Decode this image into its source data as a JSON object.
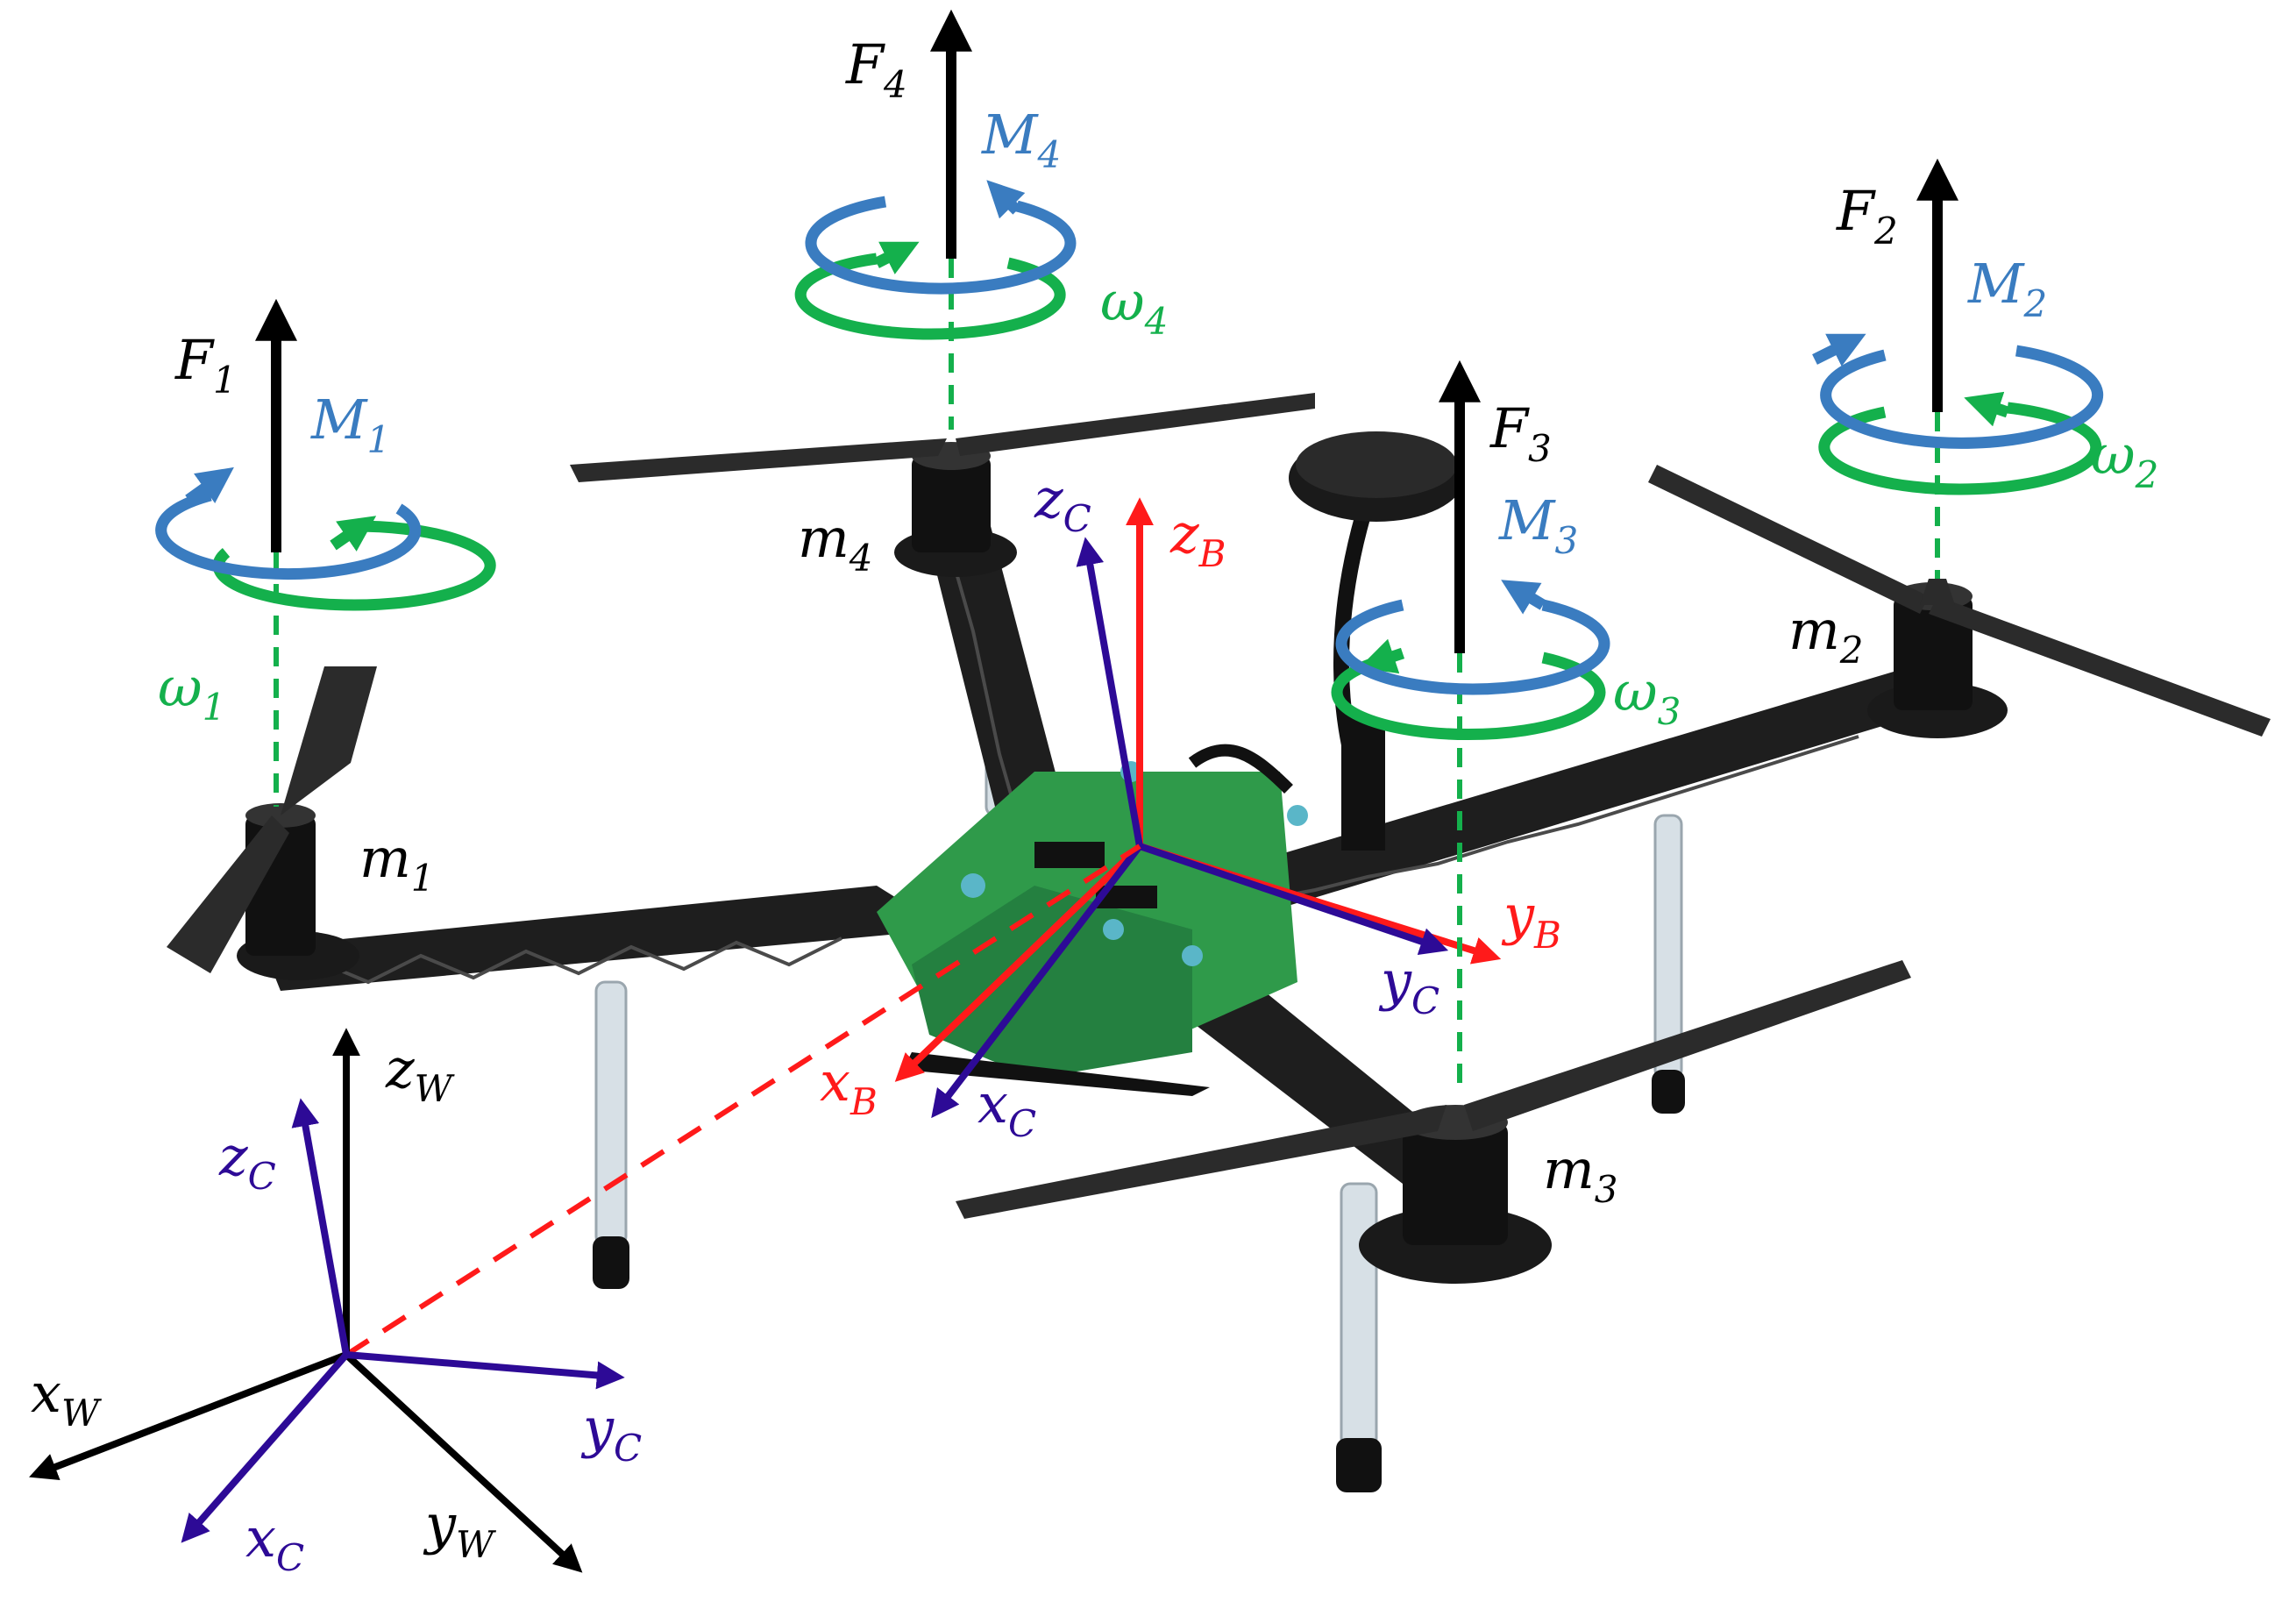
{
  "colors": {
    "force": "#000000",
    "moment": "#3a7cc0",
    "omega": "#14b04c",
    "body_frame": "#ff1a1a",
    "camera_frame": "#2d0a96",
    "world_frame": "#000000",
    "frame_arm": "#1e1e1e",
    "propeller": "#2b2b2b",
    "pcb": "#2f9a4a",
    "landing_gear": "#c8d2d8"
  },
  "rotors": [
    {
      "force_main": "F",
      "force_sub": "1",
      "moment_main": "M",
      "moment_sub": "1",
      "omega_main": "ω",
      "omega_sub": "1",
      "motor_main": "m",
      "motor_sub": "1"
    },
    {
      "force_main": "F",
      "force_sub": "2",
      "moment_main": "M",
      "moment_sub": "2",
      "omega_main": "ω",
      "omega_sub": "2",
      "motor_main": "m",
      "motor_sub": "2"
    },
    {
      "force_main": "F",
      "force_sub": "3",
      "moment_main": "M",
      "moment_sub": "3",
      "omega_main": "ω",
      "omega_sub": "3",
      "motor_main": "m",
      "motor_sub": "3"
    },
    {
      "force_main": "F",
      "force_sub": "4",
      "moment_main": "M",
      "moment_sub": "4",
      "omega_main": "ω",
      "omega_sub": "4",
      "motor_main": "m",
      "motor_sub": "4"
    }
  ],
  "body_frame": {
    "x_main": "x",
    "x_sub": "B",
    "y_main": "y",
    "y_sub": "B",
    "z_main": "z",
    "z_sub": "B"
  },
  "camera_frame_on_body": {
    "x_main": "x",
    "x_sub": "C",
    "y_main": "y",
    "y_sub": "C",
    "z_main": "z",
    "z_sub": "C"
  },
  "world_frame": {
    "x_main": "x",
    "x_sub": "W",
    "y_main": "y",
    "y_sub": "W",
    "z_main": "z",
    "z_sub": "W"
  },
  "camera_frame_on_world": {
    "x_main": "x",
    "x_sub": "C",
    "y_main": "y",
    "y_sub": "C",
    "z_main": "z",
    "z_sub": "C"
  }
}
